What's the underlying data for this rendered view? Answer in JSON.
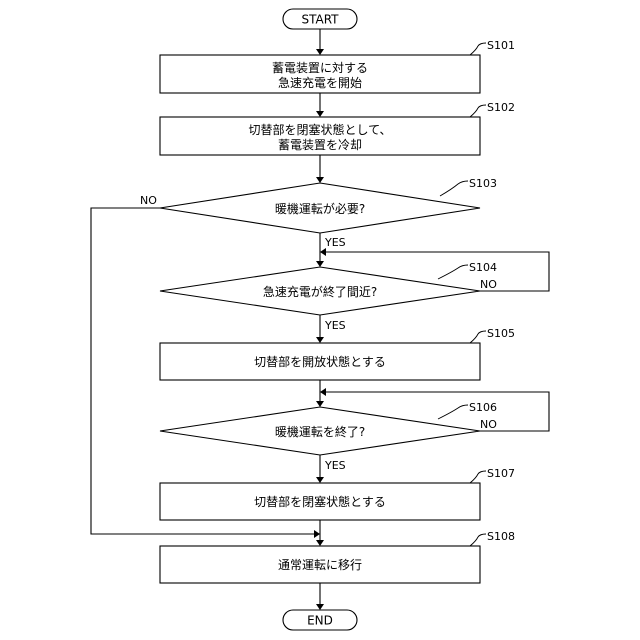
{
  "terminals": {
    "start": "START",
    "end": "END"
  },
  "steps": {
    "s101": {
      "id": "S101",
      "line1": "蓄電装置に対する",
      "line2": "急速充電を開始"
    },
    "s102": {
      "id": "S102",
      "line1": "切替部を閉塞状態として、",
      "line2": "蓄電装置を冷却"
    },
    "s103": {
      "id": "S103",
      "text": "暖機運転が必要?"
    },
    "s104": {
      "id": "S104",
      "text": "急速充電が終了間近?"
    },
    "s105": {
      "id": "S105",
      "text": "切替部を開放状態とする"
    },
    "s106": {
      "id": "S106",
      "text": "暖機運転を終了?"
    },
    "s107": {
      "id": "S107",
      "text": "切替部を閉塞状態とする"
    },
    "s108": {
      "id": "S108",
      "text": "通常運転に移行"
    }
  },
  "branches": {
    "yes": "YES",
    "no": "NO"
  }
}
